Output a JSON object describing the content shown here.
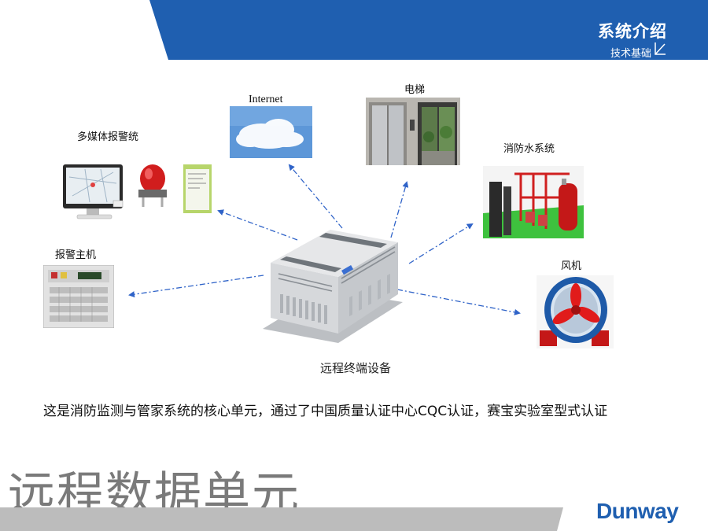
{
  "header": {
    "title": "系统介绍",
    "subtitle": "技术基础",
    "band_color": "#1f5fb0"
  },
  "center": {
    "label": "远程终端设备"
  },
  "nodes": {
    "internet": "Internet",
    "elevator": "电梯",
    "multimedia": "多媒体报警统",
    "fire_water": "消防水系统",
    "alarm_host": "报警主机",
    "fan": "风机"
  },
  "description": "这是消防监测与管家系统的核心单元，通过了中国质量认证中心CQC认证，赛宝实验室型式认证",
  "big_title": "远程数据单元",
  "logo": "Dunway",
  "colors": {
    "accent": "#1f5fb0",
    "arrow": "#2f63c8",
    "footer_gray": "#bcbcbc"
  }
}
